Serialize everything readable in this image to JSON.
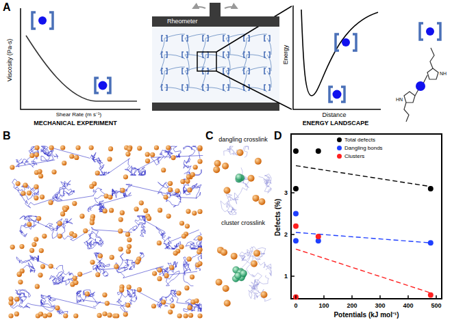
{
  "diagram": {
    "nodes": [
      {
        "text": [
          "Rheometer"
        ]
      }
    ],
    "labels": [
      "A",
      "Viscosity (Pa-s)",
      "Shear Rate (m s⁻¹)",
      "MECHANICAL EXPERIMENT",
      "Energy",
      "Distance",
      "ENERGY LANDSCAPE",
      "NH",
      "HN",
      "B",
      "C",
      "dangling crosslink",
      "cluster crosslink",
      "D",
      "Defects (%)",
      "0",
      "100",
      "200",
      "300",
      "400",
      "500",
      "3",
      "2",
      "1",
      "Potentials (kJ mol⁻¹)"
    ],
    "legend": [
      {
        "text": "Total defects",
        "color": "#000000"
      },
      {
        "text": "Dangling bonds",
        "color": "#1f3fff"
      },
      {
        "text": "Clusters",
        "color": "#ff2020"
      }
    ]
  }
}
